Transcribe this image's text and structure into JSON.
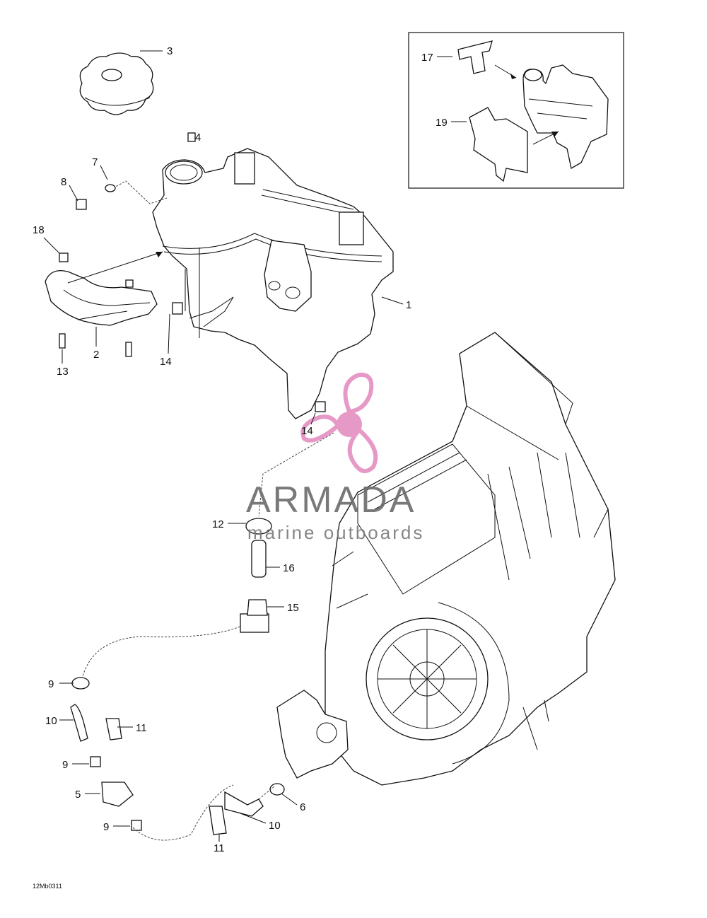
{
  "figure_code": "12Mb0311",
  "watermark": {
    "brand": "ARMADA",
    "tagline": "marine outboards",
    "accent": "#e48ec0"
  },
  "callouts": [
    {
      "num": "1"
    },
    {
      "num": "2"
    },
    {
      "num": "3"
    },
    {
      "num": "4"
    },
    {
      "num": "5"
    },
    {
      "num": "6"
    },
    {
      "num": "7"
    },
    {
      "num": "8"
    },
    {
      "num": "9"
    },
    {
      "num": "9"
    },
    {
      "num": "9"
    },
    {
      "num": "10"
    },
    {
      "num": "10"
    },
    {
      "num": "11"
    },
    {
      "num": "11"
    },
    {
      "num": "12"
    },
    {
      "num": "13"
    },
    {
      "num": "14"
    },
    {
      "num": "14"
    },
    {
      "num": "15"
    },
    {
      "num": "16"
    },
    {
      "num": "17"
    },
    {
      "num": "18"
    },
    {
      "num": "19"
    }
  ]
}
